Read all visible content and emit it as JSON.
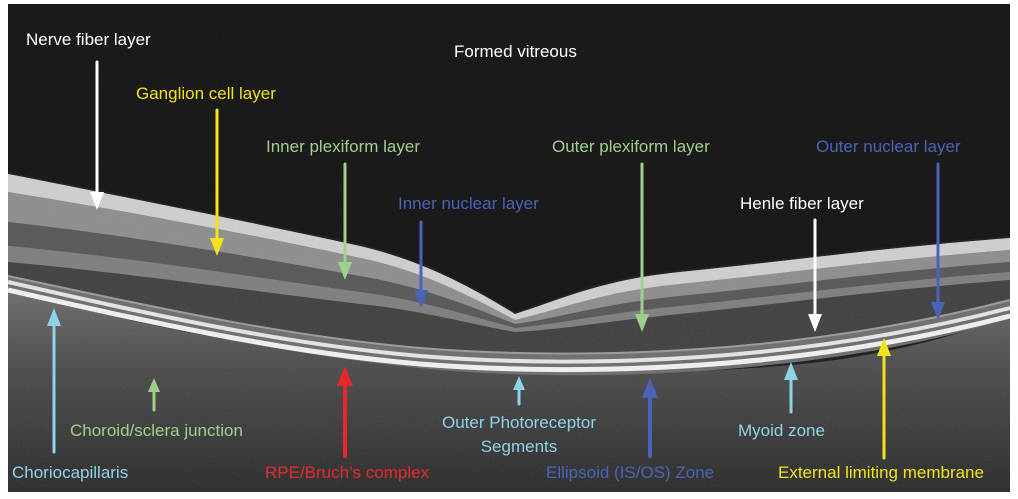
{
  "image": {
    "frame_color": "#ffffff",
    "vitreous_color": "#141414"
  },
  "labels": {
    "formed_vitreous": {
      "text": "Formed vitreous",
      "color": "#ffffff"
    },
    "nerve_fiber_layer": {
      "text": "Nerve fiber layer",
      "color": "#ffffff"
    },
    "ganglion_cell_layer": {
      "text": "Ganglion cell layer",
      "color": "#f2e21b"
    },
    "inner_plexiform_layer": {
      "text": "Inner plexiform layer",
      "color": "#9fd08a"
    },
    "inner_nuclear_layer": {
      "text": "Inner nuclear layer",
      "color": "#4a63b8"
    },
    "outer_plexiform_layer": {
      "text": "Outer plexiform layer",
      "color": "#9fd08a"
    },
    "outer_nuclear_layer": {
      "text": "Outer nuclear layer",
      "color": "#4a63b8"
    },
    "henle_fiber_layer": {
      "text": "Henle fiber layer",
      "color": "#ffffff"
    },
    "choriocapillaris": {
      "text": "Choriocapillaris",
      "color": "#8fd3e6"
    },
    "choroid_sclera_junction": {
      "text": "Choroid/sclera junction",
      "color": "#9fd08a"
    },
    "rpe_bruchs_complex": {
      "text": "RPE/Bruch’s complex",
      "color": "#e8272b"
    },
    "outer_photoreceptor_segments": {
      "line1": "Outer Photoreceptor",
      "line2": "Segments",
      "color": "#8fd3e6"
    },
    "ellipsoid_zone": {
      "text": "Ellipsoid (IS/OS) Zone",
      "color": "#4a63b8"
    },
    "myoid_zone": {
      "text": "Myoid zone",
      "color": "#8fd3e6"
    },
    "external_limiting_membrane": {
      "text": "External limiting membrane",
      "color": "#f2e21b"
    }
  }
}
